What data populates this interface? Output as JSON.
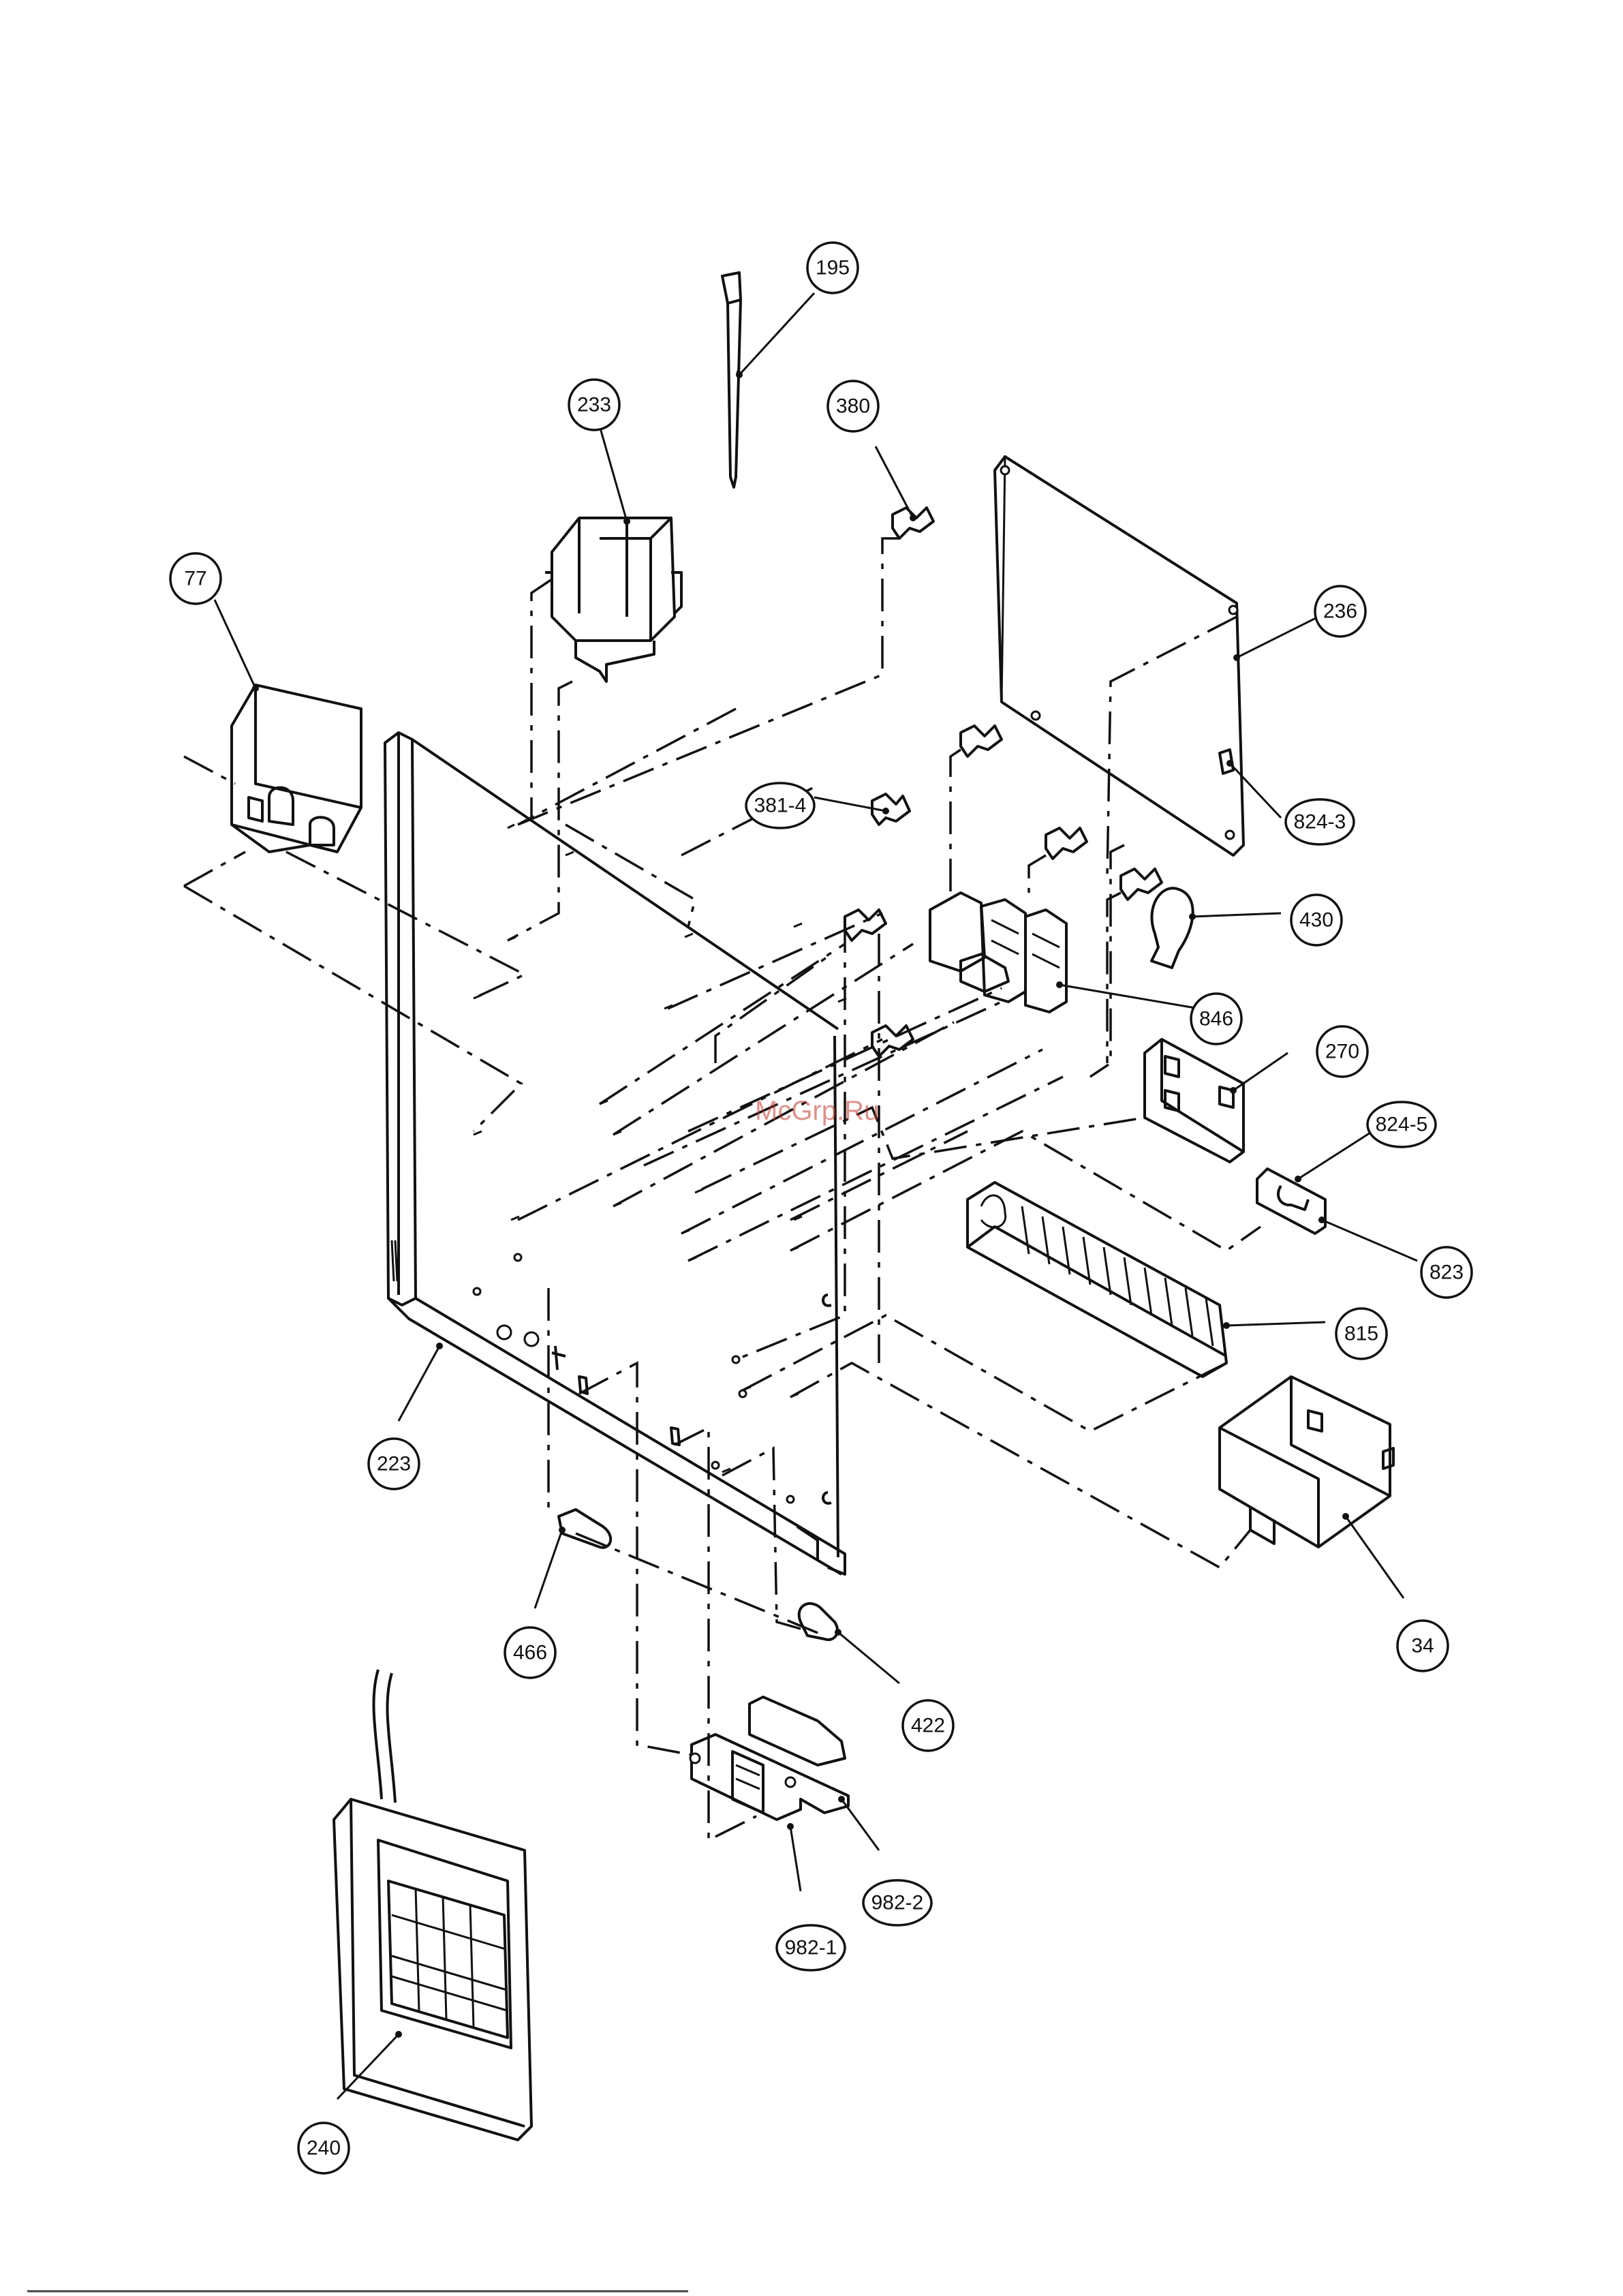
{
  "callouts": [
    {
      "id": "195",
      "label": "195"
    },
    {
      "id": "233",
      "label": "233"
    },
    {
      "id": "380",
      "label": "380"
    },
    {
      "id": "77",
      "label": "77"
    },
    {
      "id": "236",
      "label": "236"
    },
    {
      "id": "381-4",
      "label": "381-4"
    },
    {
      "id": "824-3",
      "label": "824-3"
    },
    {
      "id": "430",
      "label": "430"
    },
    {
      "id": "846",
      "label": "846"
    },
    {
      "id": "270",
      "label": "270"
    },
    {
      "id": "824-5",
      "label": "824-5"
    },
    {
      "id": "823",
      "label": "823"
    },
    {
      "id": "815",
      "label": "815"
    },
    {
      "id": "223",
      "label": "223"
    },
    {
      "id": "34",
      "label": "34"
    },
    {
      "id": "466",
      "label": "466"
    },
    {
      "id": "422",
      "label": "422"
    },
    {
      "id": "982-2",
      "label": "982-2"
    },
    {
      "id": "982-1",
      "label": "982-1"
    },
    {
      "id": "240",
      "label": "240"
    }
  ],
  "watermark": "McGrp.Ru"
}
